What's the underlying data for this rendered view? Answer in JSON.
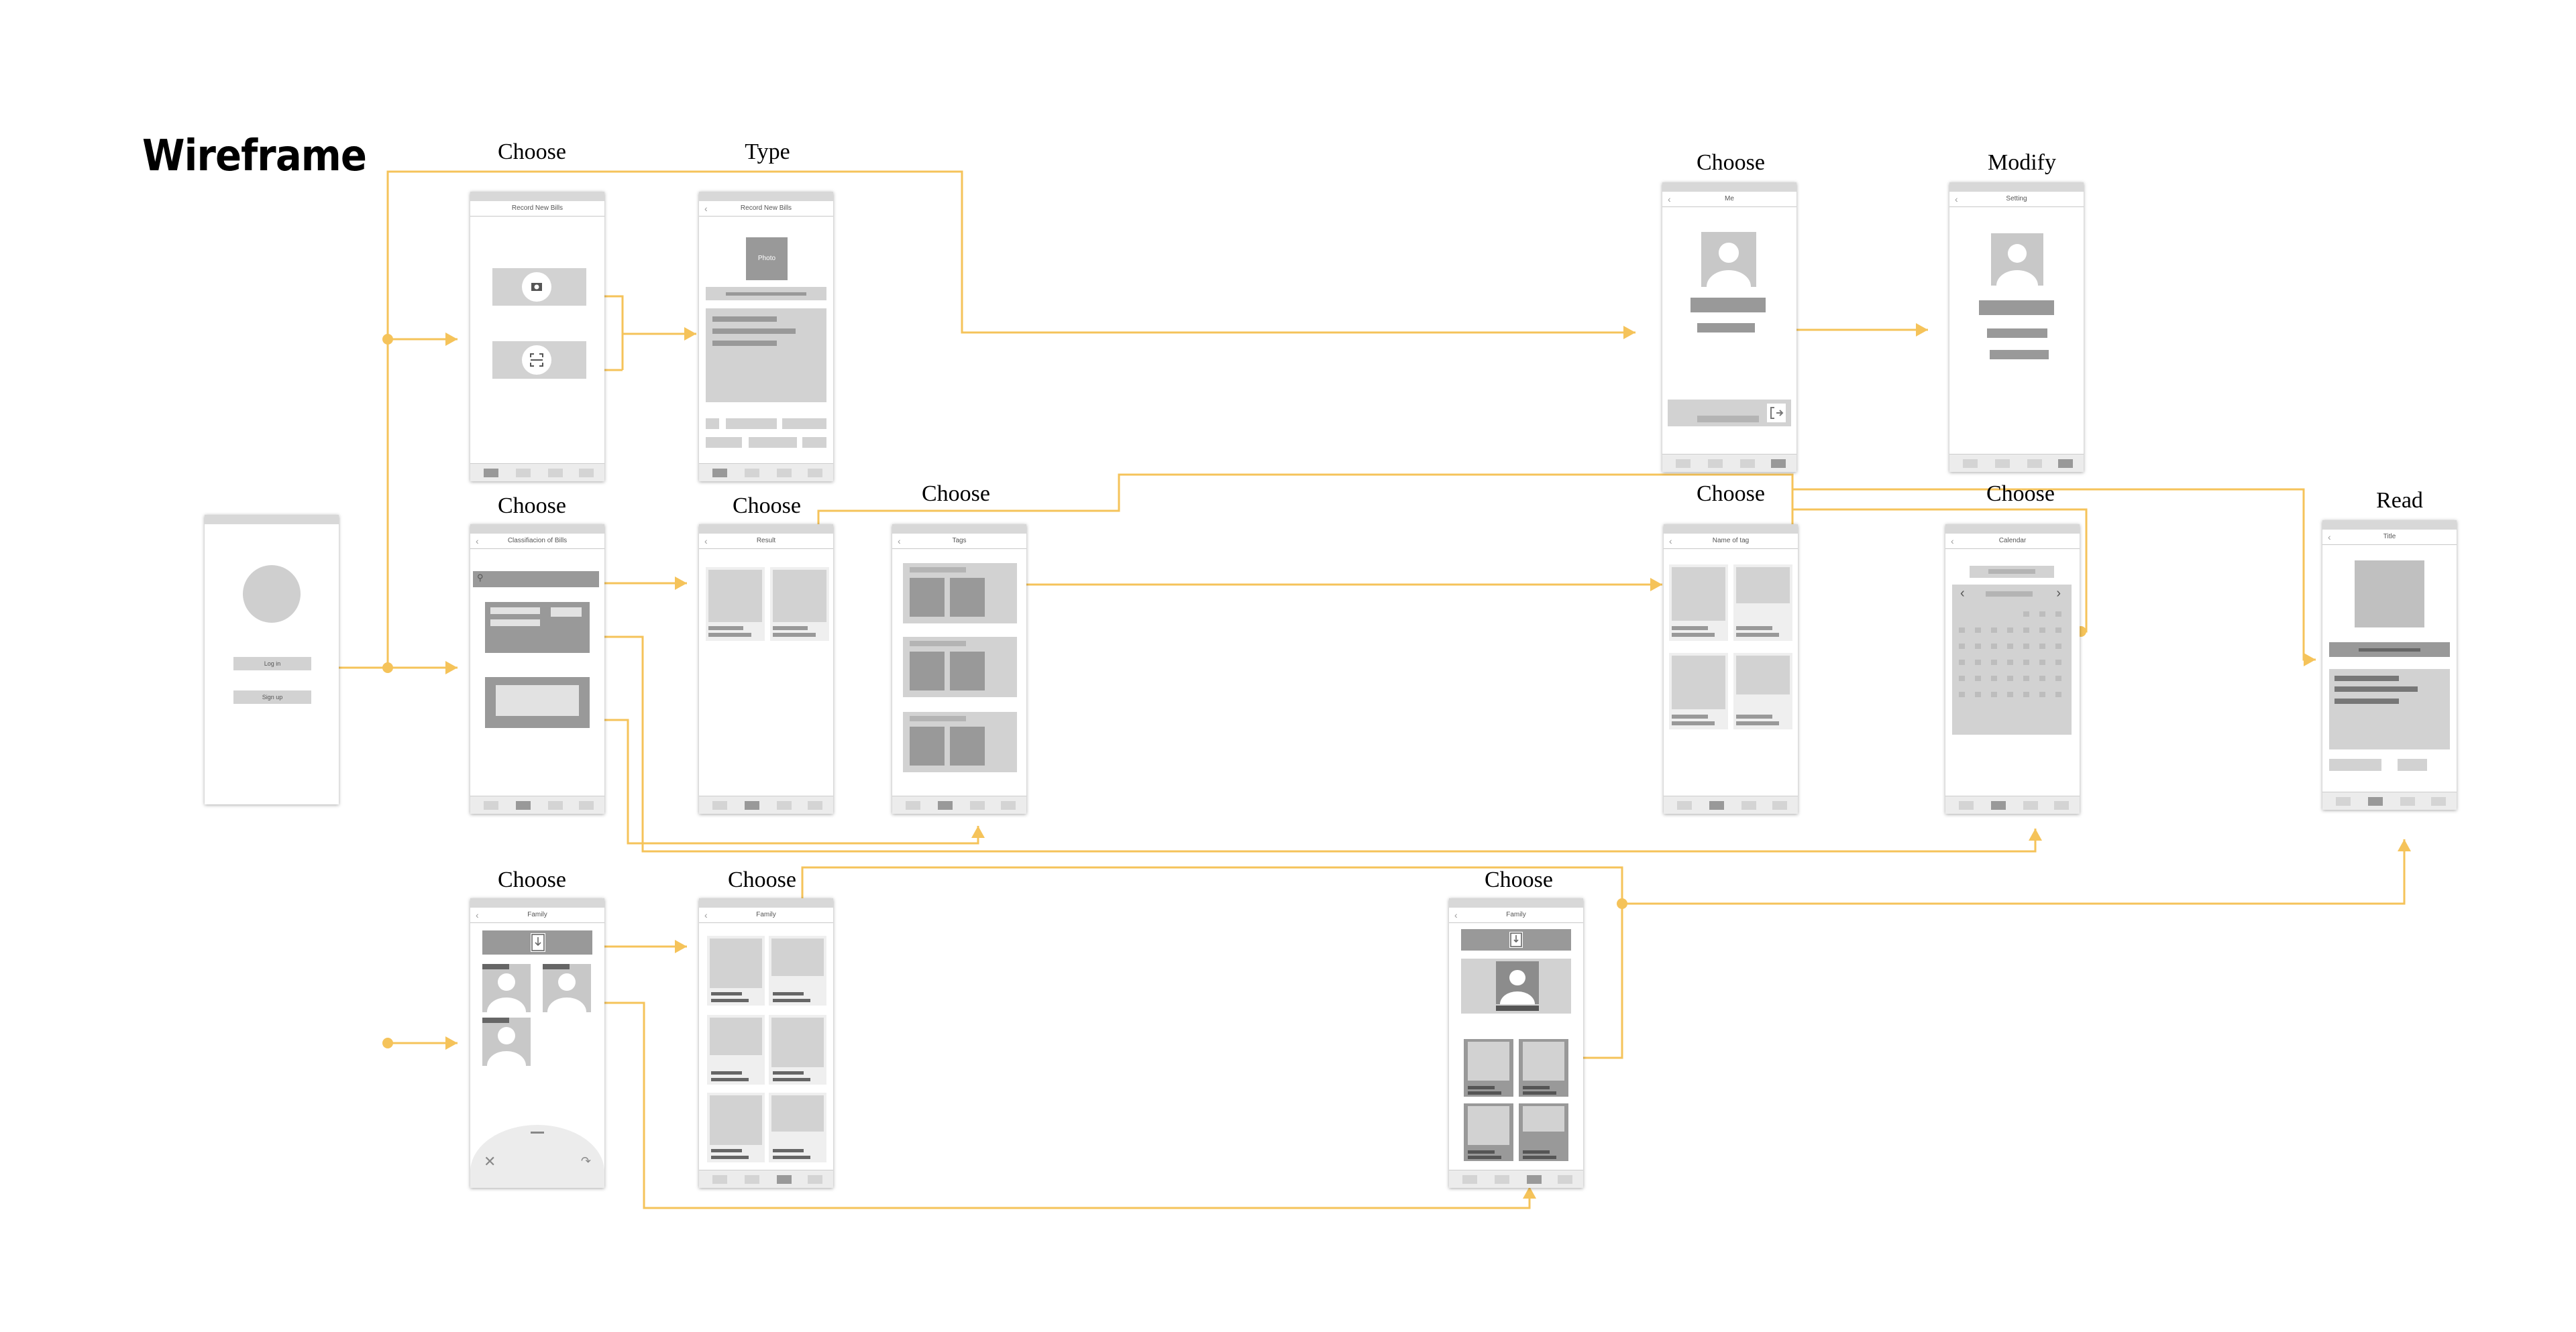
{
  "page_title": "Wireframe",
  "arrow_color": "#F5C35A",
  "step_labels": {
    "s1": "Choose",
    "s2": "Type",
    "s3": "Choose",
    "s4": "Modify",
    "s5": "Choose",
    "s6": "Choose",
    "s7": "Choose",
    "s8": "Choose",
    "s9": "Choose",
    "s10": "Read",
    "s11": "Choose",
    "s12": "Choose",
    "s13": "Choose"
  },
  "screens": {
    "login": {
      "login_button": "Log in",
      "signup_button": "Sign up"
    },
    "record_new_bills": {
      "title": "Record New Bills"
    },
    "record_new_bills_type": {
      "title": "Record New Bills",
      "photo_label": "Photo"
    },
    "me": {
      "title": "Me"
    },
    "setting": {
      "title": "Setting"
    },
    "classification": {
      "title": "Classifiacion of Bills"
    },
    "result": {
      "title": "Result"
    },
    "tags": {
      "title": "Tags"
    },
    "name_of_tag": {
      "title": "Name of tag"
    },
    "calendar": {
      "title": "Calendar"
    },
    "read": {
      "title": "Title"
    },
    "family_menu": {
      "title": "Family"
    },
    "family_grid": {
      "title": "Family"
    },
    "family_member": {
      "title": "Family"
    }
  },
  "icons": [
    "back-icon",
    "camera-icon",
    "scan-icon",
    "search-icon",
    "avatar-icon",
    "logout-icon",
    "chevron-left-icon",
    "chevron-right-icon",
    "download-icon",
    "close-icon",
    "share-icon"
  ]
}
